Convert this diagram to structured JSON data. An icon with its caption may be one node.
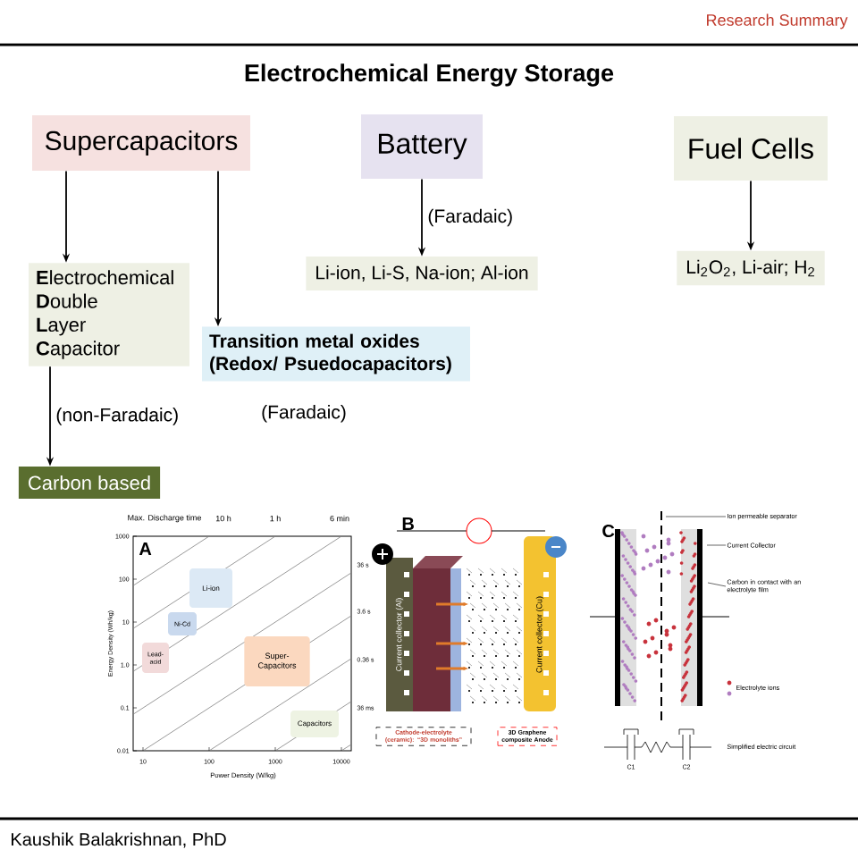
{
  "diagram": {
    "title": "Electrochemical Energy Storage",
    "nodes": [
      {
        "text": [
          "Supercapacitors"
        ]
      },
      {
        "text": [
          "Battery"
        ]
      },
      {
        "text": [
          "Fuel Cells"
        ]
      },
      {
        "text": [
          "**E**lectrochemical **D**ouble **L**ayer **C**apacitor"
        ]
      },
      {
        "text": [
          "Transition metal oxides (Redox/ Psuedocapacitors)"
        ],
        "beside": [
          "(Faradaic)"
        ]
      },
      {
        "text": [
          "Li-ion, Li-S, Na-ion; Al-ion"
        ]
      },
      {
        "text": [
          "Li$_{2}$O$_{2}$, Li-air; H$_{2}$"
        ]
      },
      {
        "text": [
          "Carbon based"
        ]
      },
      {
        "text": [
          "Li-ion"
        ]
      },
      {
        "text": [
          "Ni-Cd"
        ]
      },
      {
        "text": [
          "Lead-acid"
        ]
      },
      {
        "text": [
          "Super-Capacitors"
        ]
      },
      {
        "text": [
          "Capacitors"
        ]
      },
      {
        "text": [
          "Cathode-electrolyte (ceramic): “3D monoliths”"
        ]
      },
      {
        "text": [
          "3D Graphene composite Anode"
        ]
      },
      {
        "text": [
          "Ion permeable separator"
        ]
      },
      {
        "text": [
          "Current Collector"
        ]
      },
      {
        "text": [
          "Carbon in contact with an electrolyte film"
        ]
      }
    ],
    "edges": [
      {
        "from": 0,
        "to": 3,
        "arrow": "to"
      },
      {
        "from": 0,
        "to": 4,
        "arrow": "to"
      },
      {
        "from": 1,
        "to": 5,
        "arrow": "to",
        "label": "(Faradaic)"
      },
      {
        "from": 2,
        "to": 6,
        "arrow": "to"
      },
      {
        "from": 3,
        "to": 7,
        "arrow": "to",
        "label": "(non-Faradaic)"
      },
      {
        "from": 15,
        "to": null,
        "arrow": "none"
      },
      {
        "from": 16,
        "to": null,
        "arrow": "none"
      },
      {
        "from": 17,
        "to": null,
        "arrow": "none"
      }
    ],
    "labels": [
      "Research Summary",
      "A",
      "Max. Discharge time",
      "10 h",
      "1 h",
      "6 min",
      "1000",
      "100",
      "10",
      "1.0",
      "0.1",
      "0.01",
      "36 s",
      "3.6 s",
      "0.36 s",
      "36 ms",
      "Energy Density (Wh/kg)",
      "10",
      "100",
      "1000",
      "10000",
      "Power Density (W/kg)",
      "B",
      "Current collector (Al)",
      "Current collector (Cu)",
      "C",
      "C1",
      "C2",
      "Simplified electric circuit",
      "Kaushik Balakrishnan, PhD"
    ],
    "legend": [
      {
        "text": "Electrolyte ions"
      }
    ]
  }
}
